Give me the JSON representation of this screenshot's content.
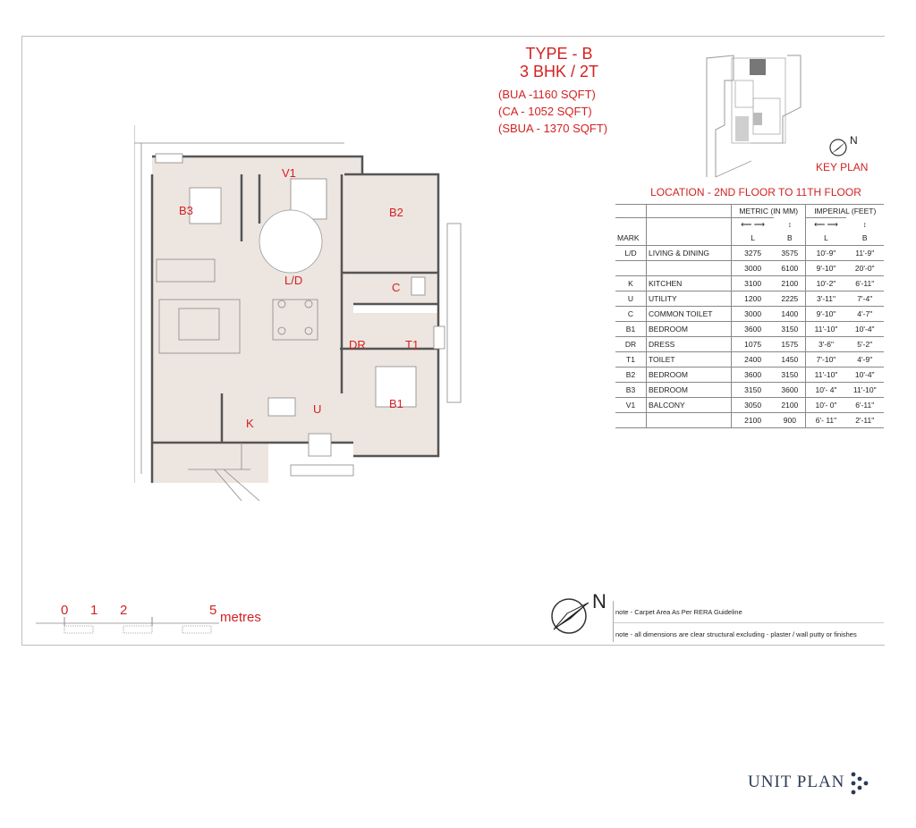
{
  "header": {
    "type_title": "TYPE - B",
    "config": "3 BHK / 2T",
    "bua": "(BUA -1160 SQFT)",
    "ca": "(CA - 1052 SQFT)",
    "sbua": "(SBUA - 1370 SQFT)"
  },
  "key_plan": {
    "label": "KEY PLAN",
    "north": "N"
  },
  "location": "LOCATION - 2ND FLOOR TO 11TH FLOOR",
  "schedule": {
    "group_metric": "METRIC (IN MM)",
    "group_imperial": "IMPERIAL (FEET)",
    "col_mark": "MARK",
    "col_l": "L",
    "col_b": "B",
    "rows": [
      {
        "mark": "L/D",
        "name": "LIVING & DINING",
        "ml": "3275",
        "mb": "3575",
        "il": "10'-9\"",
        "ib": "11'-9\""
      },
      {
        "mark": "",
        "name": "",
        "ml": "3000",
        "mb": "6100",
        "il": "9'-10\"",
        "ib": "20'-0\""
      },
      {
        "mark": "K",
        "name": "KITCHEN",
        "ml": "3100",
        "mb": "2100",
        "il": "10'-2\"",
        "ib": "6'-11\""
      },
      {
        "mark": "U",
        "name": "UTILITY",
        "ml": "1200",
        "mb": "2225",
        "il": "3'-11\"",
        "ib": "7'-4\""
      },
      {
        "mark": "C",
        "name": "COMMON TOILET",
        "ml": "3000",
        "mb": "1400",
        "il": "9'-10\"",
        "ib": "4'-7\""
      },
      {
        "mark": "B1",
        "name": "BEDROOM",
        "ml": "3600",
        "mb": "3150",
        "il": "11'-10\"",
        "ib": "10'-4\""
      },
      {
        "mark": "DR",
        "name": "DRESS",
        "ml": "1075",
        "mb": "1575",
        "il": "3'-6\"",
        "ib": "5'-2\""
      },
      {
        "mark": "T1",
        "name": "TOILET",
        "ml": "2400",
        "mb": "1450",
        "il": "7'-10\"",
        "ib": "4'-9\""
      },
      {
        "mark": "B2",
        "name": "BEDROOM",
        "ml": "3600",
        "mb": "3150",
        "il": "11'-10\"",
        "ib": "10'-4\""
      },
      {
        "mark": "B3",
        "name": "BEDROOM",
        "ml": "3150",
        "mb": "3600",
        "il": "10'- 4\"",
        "ib": "11'-10\""
      },
      {
        "mark": "V1",
        "name": "BALCONY",
        "ml": "3050",
        "mb": "2100",
        "il": "10'- 0\"",
        "ib": "6'-11\""
      },
      {
        "mark": "",
        "name": "",
        "ml": "2100",
        "mb": "900",
        "il": "6'- 11\"",
        "ib": "2'-11\""
      }
    ]
  },
  "rooms": {
    "v1": "V1",
    "b3": "B3",
    "b2": "B2",
    "ld": "L/D",
    "c": "C",
    "dr": "DR",
    "t1": "T1",
    "k": "K",
    "u": "U",
    "b1": "B1"
  },
  "scale": {
    "n0": "0",
    "n1": "1",
    "n2": "2",
    "n5": "5",
    "unit": "metres"
  },
  "north": "N",
  "notes": {
    "note1": "note - Carpet Area As Per RERA Guideline",
    "note2": "note - all dimensions are clear structural excluding - plaster / wall putty or finishes"
  },
  "brand": "UNIT PLAN",
  "colors": {
    "accent": "#d32222",
    "floor": "#ede5e0",
    "brand": "#2b3a55"
  }
}
